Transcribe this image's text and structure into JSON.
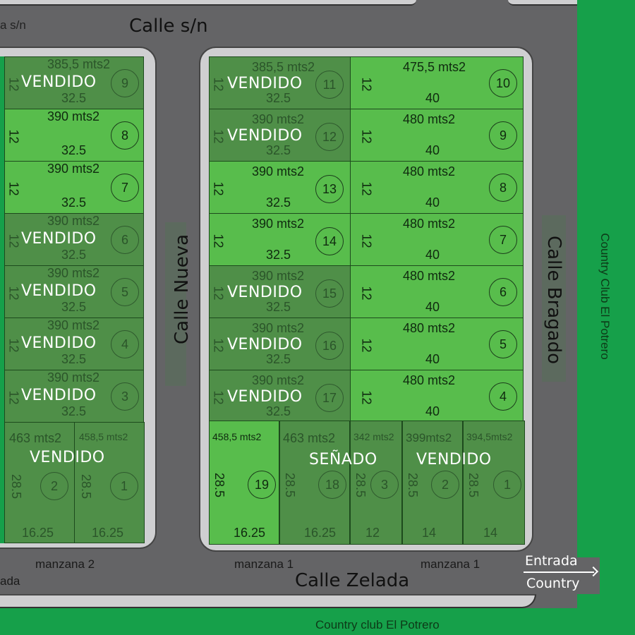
{
  "streets": {
    "top": "Calle s/n",
    "top_left_partial": "a s/n",
    "middle_vertical": "Calle Nueva",
    "right_vertical": "Calle Bragado",
    "bottom": "Calle Zelada",
    "bottom_left_partial": "ada"
  },
  "blocks": {
    "left_label": "manzana 2",
    "right_label_1": "manzana 1",
    "right_label_2": "manzana 1"
  },
  "country": {
    "right_label": "Country Club El Potrero",
    "bottom_label": "Country club El Potrero",
    "entrance_line1": "Entrada",
    "entrance_line2": "Country",
    "entrance_arrow": "→"
  },
  "colors": {
    "available": "#58bd4c",
    "sold": "#4f8f48",
    "road": "#646466",
    "country_green": "#16a04a",
    "sidewalk": "#cfcfd1"
  },
  "manzana2": {
    "rows": [
      {
        "num": "9",
        "area": "385,5 mts2",
        "depth": "12",
        "width": "32.5",
        "status": "VENDIDO"
      },
      {
        "num": "8",
        "area": "390 mts2",
        "depth": "12",
        "width": "32.5",
        "status": ""
      },
      {
        "num": "7",
        "area": "390 mts2",
        "depth": "12",
        "width": "32.5",
        "status": ""
      },
      {
        "num": "6",
        "area": "390 mts2",
        "depth": "12",
        "width": "32.5",
        "status": "VENDIDO"
      },
      {
        "num": "5",
        "area": "390 mts2",
        "depth": "12",
        "width": "32.5",
        "status": "VENDIDO"
      },
      {
        "num": "4",
        "area": "390 mts2",
        "depth": "12",
        "width": "32.5",
        "status": "VENDIDO"
      },
      {
        "num": "3",
        "area": "390 mts2",
        "depth": "12",
        "width": "32.5",
        "status": "VENDIDO"
      }
    ],
    "bottom": [
      {
        "num": "2",
        "area": "463 mts2",
        "depth": "28.5",
        "width": "16.25"
      },
      {
        "num": "1",
        "area": "458,5 mts2",
        "depth": "28.5",
        "width": "16.25"
      }
    ],
    "bottom_status": "VENDIDO"
  },
  "manzana1": {
    "left_col": [
      {
        "num": "11",
        "area": "385,5 mts2",
        "depth": "12",
        "width": "32.5",
        "status": "VENDIDO"
      },
      {
        "num": "12",
        "area": "390 mts2",
        "depth": "12",
        "width": "32.5",
        "status": "VENDIDO"
      },
      {
        "num": "13",
        "area": "390 mts2",
        "depth": "12",
        "width": "32.5",
        "status": ""
      },
      {
        "num": "14",
        "area": "390 mts2",
        "depth": "12",
        "width": "32.5",
        "status": ""
      },
      {
        "num": "15",
        "area": "390 mts2",
        "depth": "12",
        "width": "32.5",
        "status": "VENDIDO"
      },
      {
        "num": "16",
        "area": "390 mts2",
        "depth": "12",
        "width": "32.5",
        "status": "VENDIDO"
      },
      {
        "num": "17",
        "area": "390 mts2",
        "depth": "12",
        "width": "32.5",
        "status": "VENDIDO"
      }
    ],
    "right_col": [
      {
        "num": "10",
        "area": "475,5 mts2",
        "depth": "12",
        "width": "40"
      },
      {
        "num": "9",
        "area": "480 mts2",
        "depth": "12",
        "width": "40"
      },
      {
        "num": "8",
        "area": "480 mts2",
        "depth": "12",
        "width": "40"
      },
      {
        "num": "7",
        "area": "480 mts2",
        "depth": "12",
        "width": "40"
      },
      {
        "num": "6",
        "area": "480 mts2",
        "depth": "12",
        "width": "40"
      },
      {
        "num": "5",
        "area": "480 mts2",
        "depth": "12",
        "width": "40"
      },
      {
        "num": "4",
        "area": "480 mts2",
        "depth": "12",
        "width": "40"
      }
    ],
    "bottom": [
      {
        "num": "19",
        "area": "458,5 mts2",
        "depth": "28.5",
        "width": "16.25"
      },
      {
        "num": "18",
        "area": "463 mts2",
        "depth": "28.5",
        "width": "16.25"
      },
      {
        "num": "3",
        "area": "342 mts2",
        "depth": "28.5",
        "width": "12"
      },
      {
        "num": "2",
        "area": "399mts2",
        "depth": "28.5",
        "width": "14"
      },
      {
        "num": "1",
        "area": "394,5mts2",
        "depth": "28.5",
        "width": "14"
      }
    ],
    "bottom_status_1": "SEÑADO",
    "bottom_status_2": "VENDIDO"
  }
}
